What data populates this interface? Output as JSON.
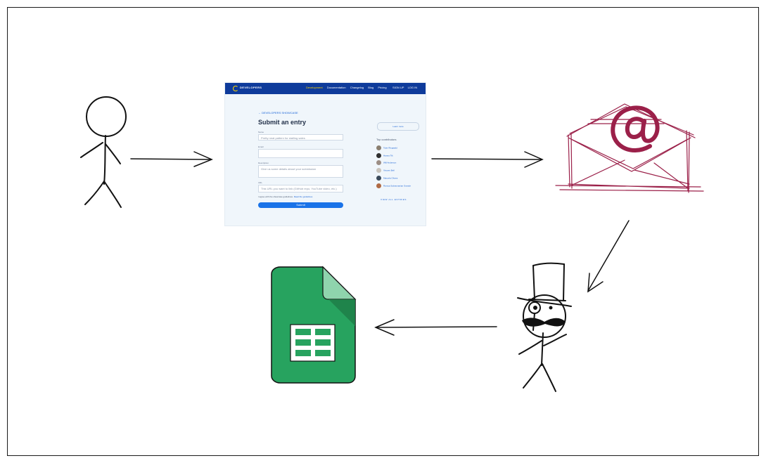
{
  "screenshot": {
    "brand": "DEVELOPERS",
    "nav_links": [
      "Development",
      "Documentation",
      "Changelog",
      "Blog",
      "Pricing"
    ],
    "nav_auth": [
      "SIGN UP",
      "LOG IN"
    ],
    "back_link": "← DEVELOPERS SHOWCASE",
    "title": "Submit an entry",
    "fields": [
      {
        "label": "Name",
        "value": "Pretty neat pattern for stalling sales"
      },
      {
        "label": "Email",
        "value": ""
      },
      {
        "label": "Description",
        "value": "Give us some details about your submission"
      },
      {
        "label": "URL",
        "value": "This URL you want to link (GitHub repo, YouTube video, etc.)"
      }
    ],
    "terms_text": "I agree with the showcase guidelines.",
    "terms_link": "Read the guidelines",
    "submit_label": "Submit",
    "side_button": "Learn more",
    "top_contributors_title": "Top contributors",
    "contributors": [
      "Tyler Ringwald",
      "Hanna Tilt",
      "Will Anderson",
      "Vincent Bell",
      "Marcela Olvera",
      "Ramya Subramanian Grande"
    ],
    "contributor_colors": [
      "#8a7f70",
      "#2f2f2f",
      "#9c8e85",
      "#c9c4bc",
      "#3b4a5a",
      "#b06a44"
    ],
    "side_link": "VIEW ALL ENTRIES"
  },
  "colors": {
    "stroke": "#111111",
    "email_icon": "#9b2049",
    "sheet_green": "#27a35f",
    "sheet_fold_light": "#8fd4ad",
    "sheet_fold_dark": "#1e7f48",
    "nav_blue": "#0e3b9b",
    "submit_blue": "#1a73e8"
  },
  "icons": [
    "person-icon",
    "envelope-at-icon",
    "top-hat-person-icon",
    "spreadsheet-icon"
  ]
}
